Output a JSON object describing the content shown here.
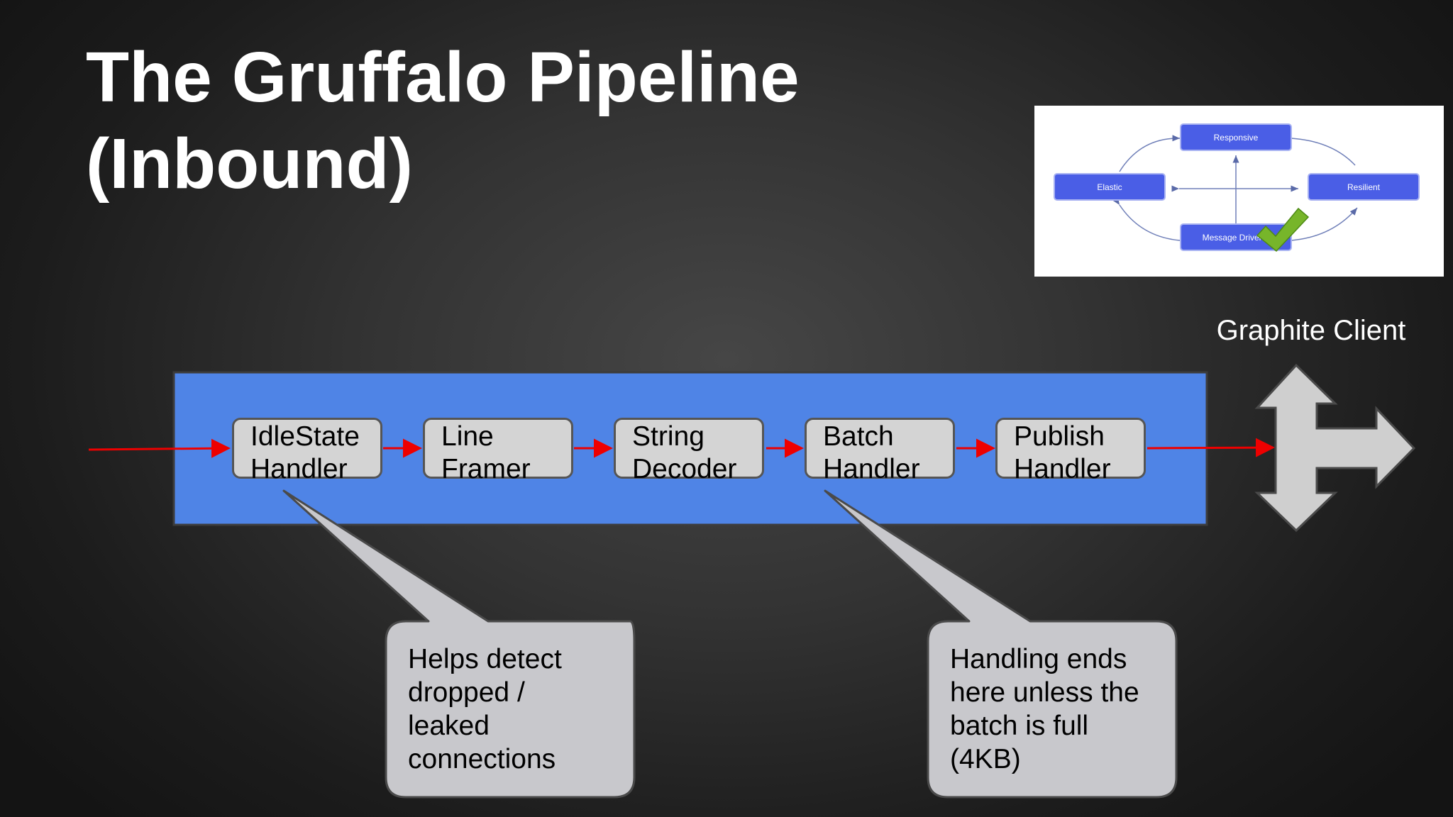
{
  "title": {
    "line1": "The Gruffalo Pipeline",
    "line2": "(Inbound)"
  },
  "pipeline": {
    "handlers": [
      {
        "line1": "IdleState",
        "line2": "Handler"
      },
      {
        "line1": "Line",
        "line2": "Framer"
      },
      {
        "line1": "String",
        "line2": "Decoder"
      },
      {
        "line1": "Batch",
        "line2": "Handler"
      },
      {
        "line1": "Publish",
        "line2": "Handler"
      }
    ]
  },
  "destination": {
    "label": "Graphite Client"
  },
  "callouts": [
    {
      "lines": [
        "Helps detect",
        "dropped /",
        "leaked",
        "connections"
      ]
    },
    {
      "lines": [
        "Handling ends",
        "here unless the",
        "batch is full",
        "(4KB)"
      ]
    }
  ],
  "reactive_manifesto_thumbnail": {
    "nodes": {
      "responsive": "Responsive",
      "elastic": "Elastic",
      "resilient": "Resilient",
      "message_driven": "Message Driven"
    },
    "highlighted_node": "Message Driven",
    "highlight_icon": "check-mark-icon"
  },
  "colors": {
    "pipeline_background": "#4f84e6",
    "handler_fill": "#d4d4d4",
    "arrow": "#ee0000",
    "callout_fill": "#c8c8cc",
    "thumbnail_node": "#4a5ee6",
    "check_mark": "#77b52a",
    "destination_arrow_fill": "#cfcfcf"
  }
}
